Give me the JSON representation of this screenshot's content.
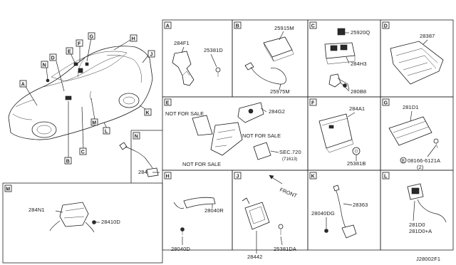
{
  "diagram_id": "J28002F1",
  "panels": {
    "A": {
      "letter": "A",
      "parts": [
        "284F1",
        "25381D"
      ]
    },
    "B": {
      "letter": "B",
      "parts": [
        "25915M",
        "25975M"
      ]
    },
    "C": {
      "letter": "C",
      "parts": [
        "25920Q",
        "284H3",
        "280B8"
      ]
    },
    "D": {
      "letter": "D",
      "parts": [
        "28387"
      ]
    },
    "E": {
      "letter": "E",
      "parts": [
        "284G2"
      ],
      "notes": [
        "NOT FOR SALE",
        "NOT FOR SALE",
        "NOT FOR SALE"
      ],
      "sec_ref": "SEC.720",
      "sec_sub": "(71613)"
    },
    "F": {
      "letter": "F",
      "parts": [
        "284A1",
        "25381B"
      ]
    },
    "G": {
      "letter": "G",
      "parts": [
        "281D1",
        "08166-6121A"
      ],
      "qty": "(2)",
      "bolt_symbol": "B"
    },
    "N": {
      "letter": "N",
      "parts": [
        "28419"
      ]
    },
    "M": {
      "letter": "M",
      "parts": [
        "284N1",
        "28410D"
      ]
    },
    "H": {
      "letter": "H",
      "parts": [
        "28040R",
        "28040D"
      ]
    },
    "J": {
      "letter": "J",
      "parts": [
        "28442",
        "25381DA"
      ],
      "arrow_label": "FRONT"
    },
    "K": {
      "letter": "K",
      "parts": [
        "28040DG",
        "28363"
      ]
    },
    "L": {
      "letter": "L",
      "parts": [
        "281D0",
        "281D0+A"
      ]
    }
  },
  "car_callouts": [
    "A",
    "N",
    "D",
    "E",
    "F",
    "G",
    "H",
    "J",
    "K",
    "L",
    "M",
    "C",
    "B"
  ]
}
